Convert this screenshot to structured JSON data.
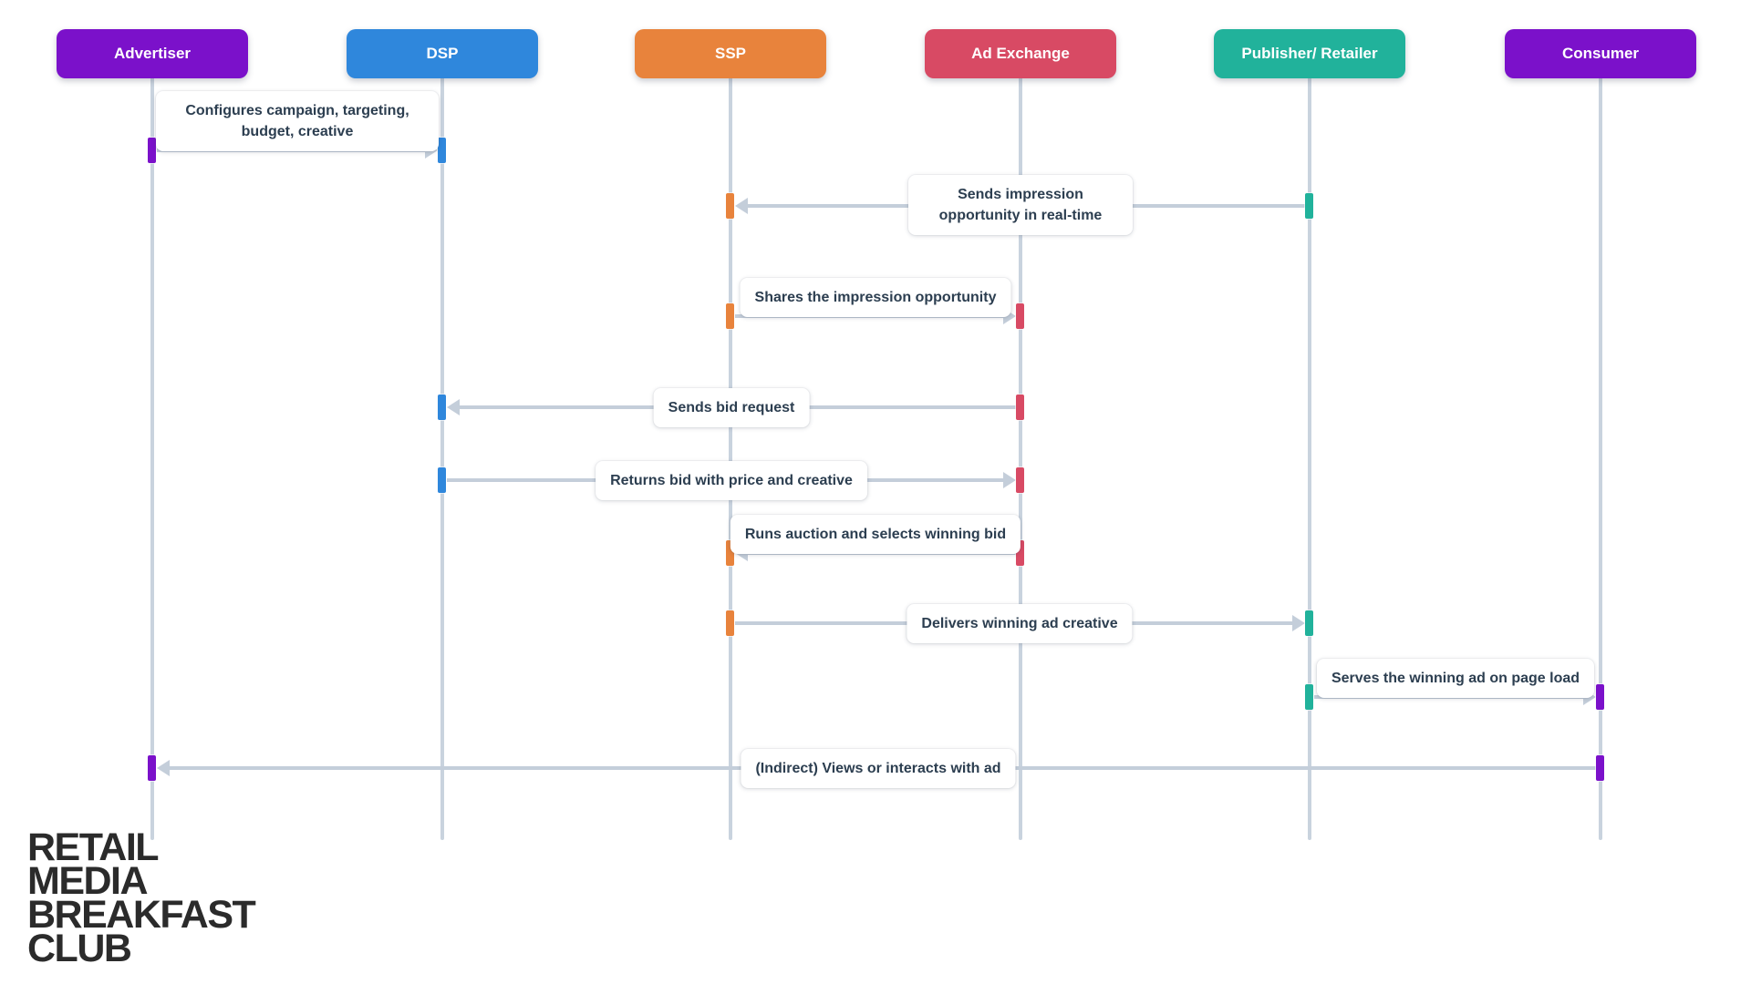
{
  "diagram": {
    "actors": [
      {
        "id": "advertiser",
        "name": "Advertiser",
        "color": "#7B11CA"
      },
      {
        "id": "dsp",
        "name": "DSP",
        "color": "#2F87DC"
      },
      {
        "id": "ssp",
        "name": "SSP",
        "color": "#E8833C"
      },
      {
        "id": "ad-exchange",
        "name": "Ad Exchange",
        "color": "#D84A64"
      },
      {
        "id": "publisher-retailer",
        "name": "Publisher/ Retailer",
        "color": "#21B29B"
      },
      {
        "id": "consumer",
        "name": "Consumer",
        "color": "#7B11CA"
      }
    ],
    "messages": [
      {
        "label": "Configures campaign, targeting, budget, creative",
        "from": "Advertiser",
        "to": "DSP",
        "direction": "right"
      },
      {
        "label": "Sends impression opportunity in real-time",
        "from": "Publisher/ Retailer",
        "to": "SSP",
        "direction": "left"
      },
      {
        "label": "Shares the impression opportunity",
        "from": "SSP",
        "to": "Ad Exchange",
        "direction": "right"
      },
      {
        "label": "Sends bid request",
        "from": "Ad Exchange",
        "to": "DSP",
        "direction": "left"
      },
      {
        "label": "Returns bid with price and creative",
        "from": "DSP",
        "to": "Ad Exchange",
        "direction": "right"
      },
      {
        "label": "Runs auction and selects winning bid",
        "from": "Ad Exchange",
        "to": "SSP",
        "direction": "left"
      },
      {
        "label": "Delivers winning ad creative",
        "from": "SSP",
        "to": "Publisher/ Retailer",
        "direction": "right"
      },
      {
        "label": "Serves the winning ad on page load",
        "from": "Publisher/ Retailer",
        "to": "Consumer",
        "direction": "right"
      },
      {
        "label": "(Indirect) Views or interacts with ad",
        "from": "Consumer",
        "to": "Advertiser",
        "direction": "left"
      }
    ]
  },
  "logo": {
    "lines": [
      "RETAIL",
      "MEDIA",
      "BREAKFAST",
      "CLUB"
    ]
  },
  "colors": {
    "advertiser": "#7B11CA",
    "dsp": "#2F87DC",
    "ssp": "#E8833C",
    "ad_exchange": "#D84A64",
    "publisher_retailer": "#21B29B",
    "consumer": "#7B11CA",
    "lifeline": "#C9D3DE",
    "arrow": "#C4CEDA",
    "label_text": "#2C3E50",
    "logo_text": "#2B2B2B",
    "background": "#FFFFFF"
  }
}
